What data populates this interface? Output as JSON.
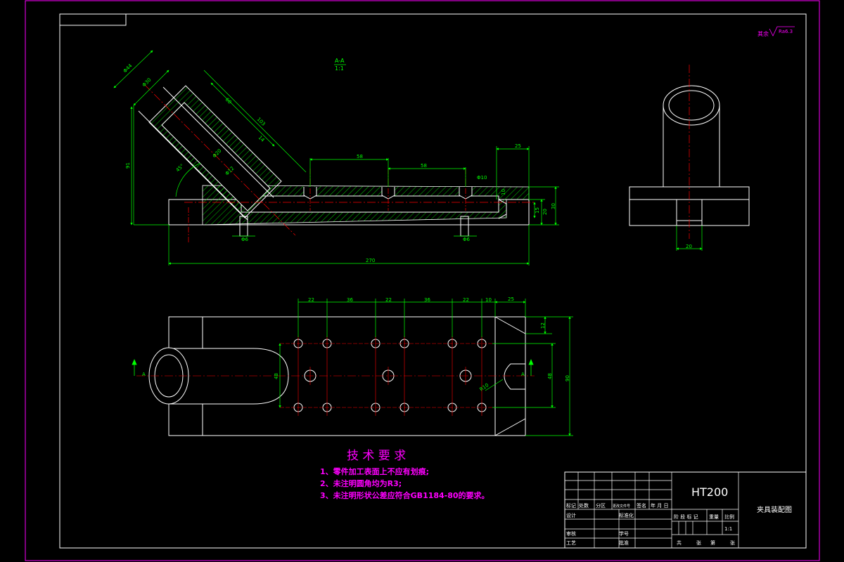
{
  "section_label": "A-A",
  "section_scale": "1:1",
  "roughness": {
    "prefix": "其余",
    "value": "Ra6.3"
  },
  "tech_requirements": {
    "title": "技 术 要 求",
    "items": [
      "1、零件加工表面上不应有划痕;",
      "2、未注明圆角均为R3;",
      "3、未注明形状公差应符合GB1184-80的要求。"
    ]
  },
  "title_block": {
    "material": "HT200",
    "drawing_name": "夹具装配图",
    "scale": "1:1",
    "labels": {
      "mark": "标记",
      "count": "处数",
      "zone": "分区",
      "doc_no": "更改文件号",
      "sign": "签名",
      "date": "年 月 日",
      "design": "设计",
      "standard": "标准化",
      "review": "审核",
      "process": "工艺",
      "student_no": "学号",
      "approve": "批准",
      "stage_mark": "阶 段 标 记",
      "weight": "重量",
      "ratio": "比例",
      "sheets_total": "共",
      "sheet_label": "张",
      "sheet_no": "第",
      "sheet_label2": "张"
    }
  },
  "dimensions": {
    "front": {
      "d44": "Φ44",
      "d30": "Φ30",
      "d60": "60",
      "d103": "103",
      "d14": "14",
      "d91": "91",
      "a45": "45°",
      "d12": "Φ12",
      "d20a": "Φ20",
      "s58a": "58",
      "s58b": "58",
      "d10": "Φ10",
      "w25": "25",
      "h10": "10",
      "h15": "15",
      "h20": "20",
      "h30": "30",
      "d65a": "Φ6",
      "d65b": "Φ6",
      "len270": "270"
    },
    "side": {
      "w20": "20"
    },
    "top": {
      "p22a": "22",
      "p36a": "36",
      "p22b": "22",
      "p36b": "36",
      "p22c": "22",
      "p10": "10",
      "w25": "25",
      "d12": "12",
      "d48": "48",
      "d48b": "48",
      "d90": "90",
      "r10": "R10",
      "secA1": "A",
      "secA2": "A"
    }
  }
}
